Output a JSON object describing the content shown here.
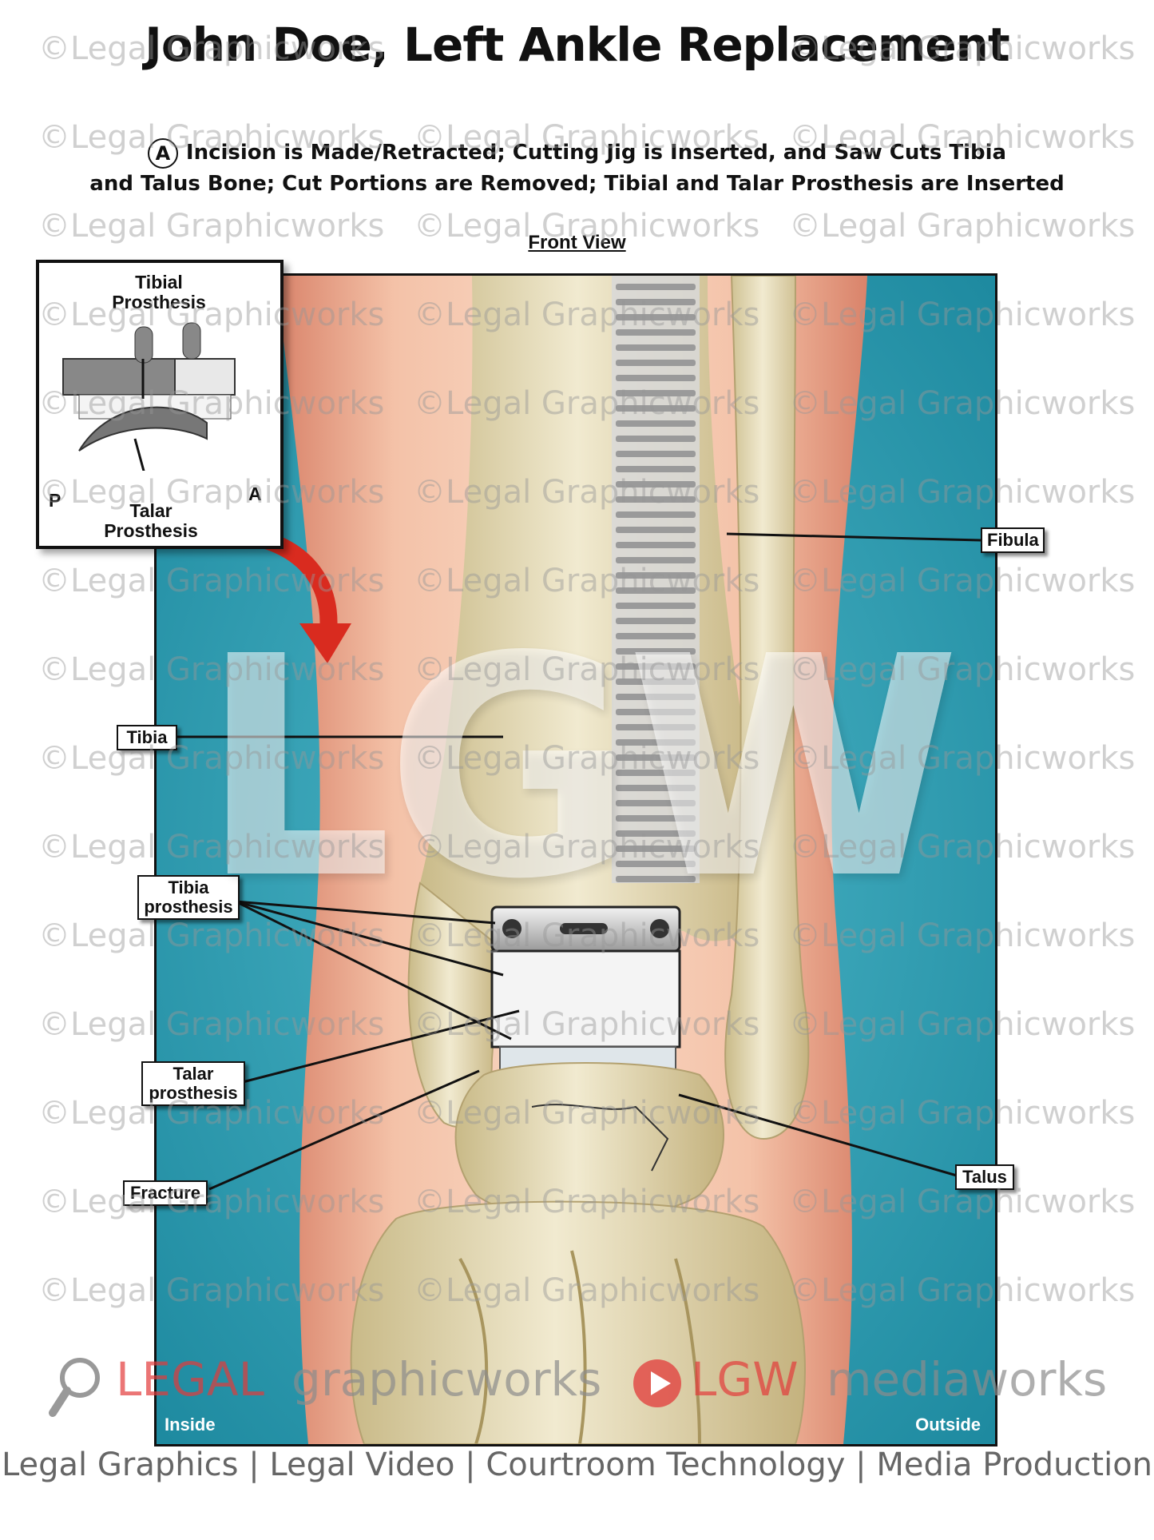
{
  "title": "John Doe, Left Ankle Replacement",
  "subtitle": {
    "marker": "A",
    "line1": "Incision is Made/Retracted; Cutting Jig is Inserted, and Saw Cuts Tibia",
    "line2": "and Talus Bone; Cut Portions are Removed; Tibial and Talar Prosthesis are Inserted"
  },
  "view_label": "Front View",
  "inset": {
    "tibial_label_1": "Tibial",
    "tibial_label_2": "Prosthesis",
    "talar_label_1": "Talar",
    "talar_label_2": "Prosthesis",
    "posterior": "P",
    "anterior": "A"
  },
  "callouts": {
    "fibula": "Fibula",
    "tibia": "Tibia",
    "tibia_prosthesis_1": "Tibia",
    "tibia_prosthesis_2": "prosthesis",
    "talar_prosthesis_1": "Talar",
    "talar_prosthesis_2": "prosthesis",
    "fracture": "Fracture",
    "talus": "Talus"
  },
  "corners": {
    "inside": "Inside",
    "outside": "Outside"
  },
  "watermark": "©Legal Graphicworks",
  "big_watermark": "LGW",
  "logos": {
    "legal": "LEGAL",
    "graphicworks": "graphicworks",
    "lgw": "LGW",
    "mediaworks": "mediaworks"
  },
  "footer": "Legal Graphics | Legal Video | Courtroom Technology | Media Production",
  "colors": {
    "teal": "#2f9fb4",
    "skin": "#f0b49c",
    "bone": "#e6dcb6",
    "arrow_red": "#d92b1f",
    "logo_red": "#e23a3a"
  }
}
